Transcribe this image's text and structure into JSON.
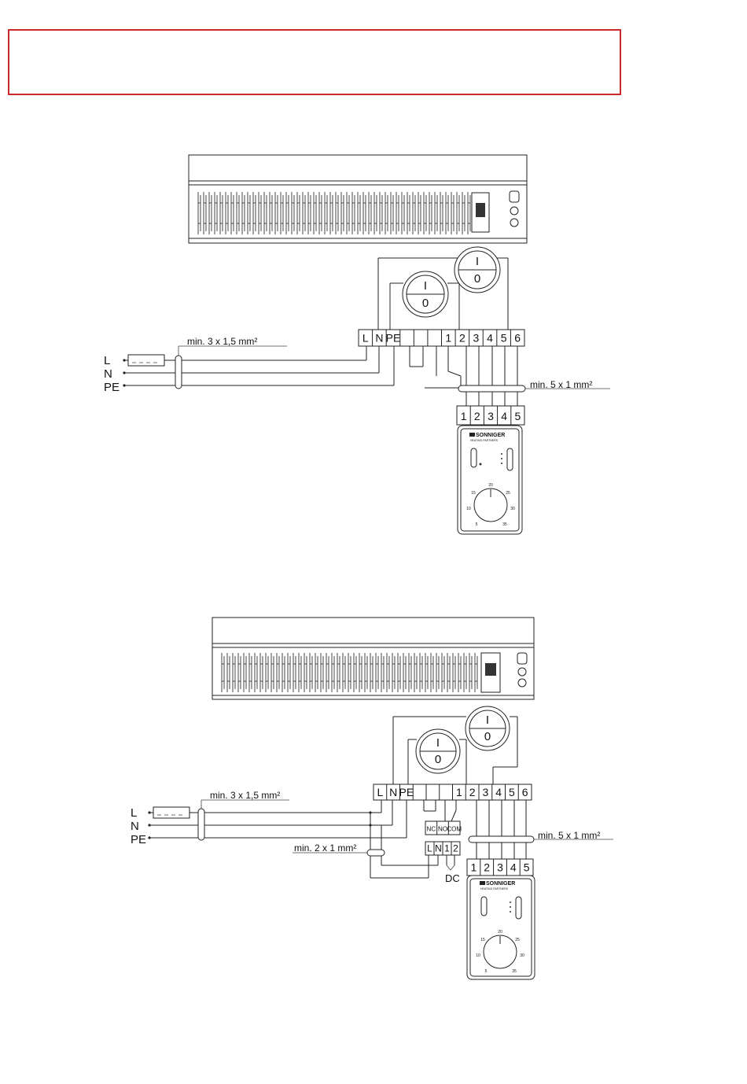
{
  "banner": {
    "border_color": "#cc2a2a",
    "text": ""
  },
  "diagrams": [
    {
      "heater_terminals": [
        "L",
        "N",
        "PE",
        "",
        "",
        "",
        "1",
        "2",
        "3",
        "4",
        "5",
        "6"
      ],
      "switch_upper": {
        "on": "I",
        "off": "0"
      },
      "switch_lower": {
        "on": "I",
        "off": "0"
      },
      "supply_labels": [
        "L",
        "N",
        "PE"
      ],
      "supply_cable": "min. 3 x 1,5 mm²",
      "control_cable": "min. 5 x 1 mm²",
      "controller_terminals": [
        "1",
        "2",
        "3",
        "4",
        "5"
      ],
      "controller_brand": "SONNIGER",
      "controller_sub": "HEATING PARTNERS",
      "dial_ticks": [
        "20",
        "15",
        "25",
        "10",
        "30",
        "5",
        "35"
      ]
    },
    {
      "heater_terminals": [
        "L",
        "N",
        "PE",
        "",
        "",
        "",
        "1",
        "2",
        "3",
        "4",
        "5",
        "6"
      ],
      "switch_upper": {
        "on": "I",
        "off": "0"
      },
      "switch_lower": {
        "on": "I",
        "off": "0"
      },
      "supply_labels": [
        "L",
        "N",
        "PE"
      ],
      "supply_cable": "min. 3 x 1,5 mm²",
      "control_cable": "min. 5 x 1 mm²",
      "relay_cable": "min. 2 x 1 mm²",
      "relay_contacts": [
        "NC",
        "NO",
        "COM"
      ],
      "relay_terminals": [
        "L",
        "N",
        "1",
        "2"
      ],
      "relay_label": "DC",
      "controller_terminals": [
        "1",
        "2",
        "3",
        "4",
        "5"
      ],
      "controller_brand": "SONNIGER",
      "controller_sub": "HEATING PARTNERS",
      "dial_ticks": [
        "20",
        "15",
        "25",
        "10",
        "30",
        "5",
        "35"
      ]
    }
  ]
}
